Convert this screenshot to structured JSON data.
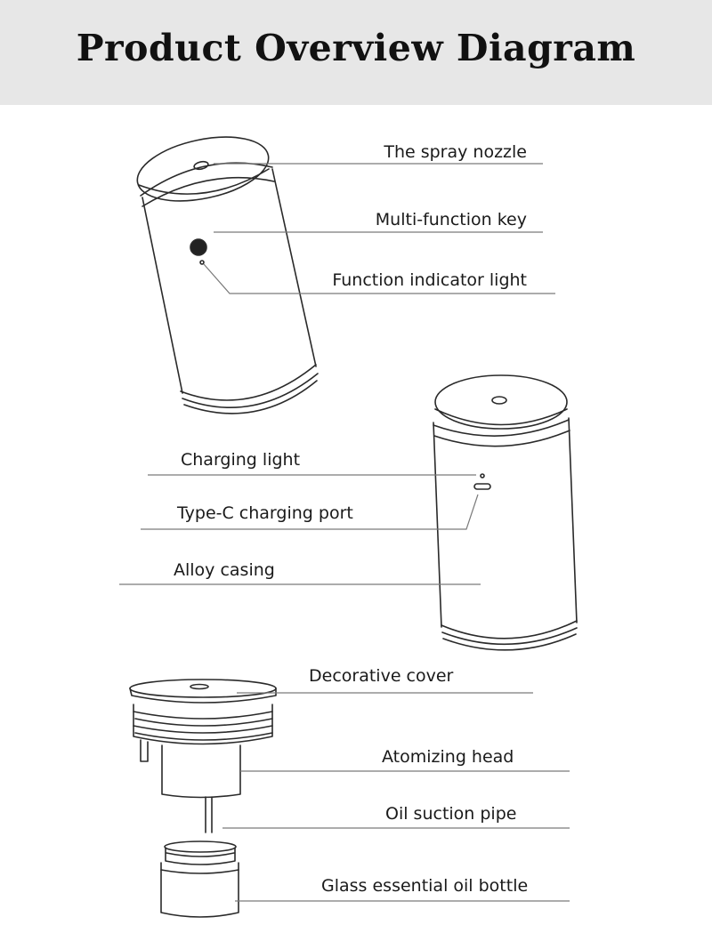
{
  "title": "Product Overview Diagram",
  "labels": {
    "spray_nozzle": "The spray nozzle",
    "multi_function_key": "Multi-function key",
    "function_indicator_light": "Function indicator light",
    "charging_light": "Charging light",
    "type_c_port": "Type-C charging port",
    "alloy_casing": "Alloy casing",
    "decorative_cover": "Decorative cover",
    "atomizing_head": "Atomizing head",
    "oil_suction_pipe": "Oil suction pipe",
    "glass_bottle": "Glass essential oil bottle"
  },
  "colors": {
    "header_bg": "#e7e7e7",
    "line": "#7a7a7a",
    "outline": "#2a2a2a"
  }
}
